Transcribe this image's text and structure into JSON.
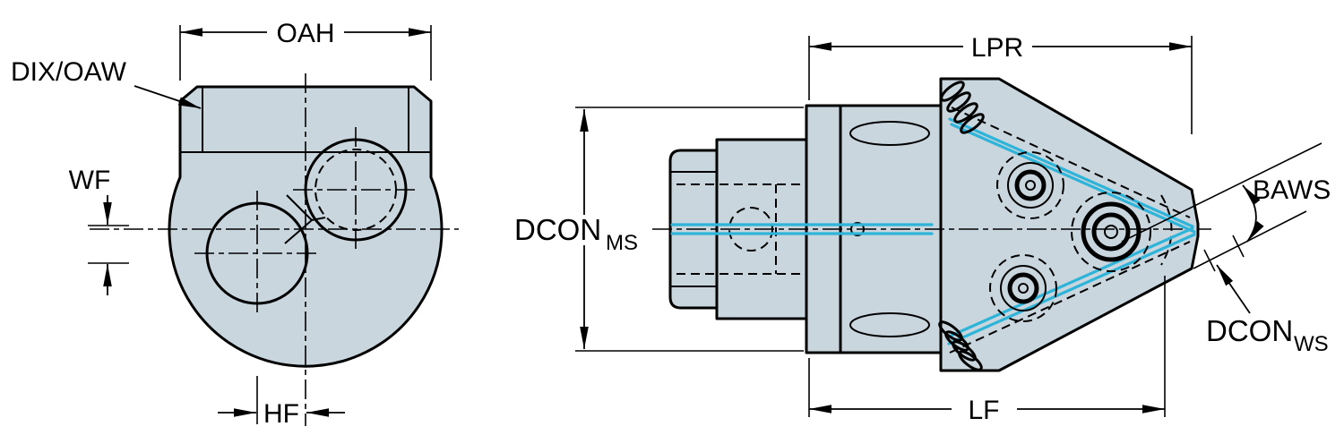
{
  "colors": {
    "background": "#ffffff",
    "body_fill": "#c9d6de",
    "line": "#000000",
    "highlight": "#2fb4d9"
  },
  "front_view": {
    "labels": {
      "oah": "OAH",
      "dix_oaw": "DIX/OAW",
      "wf": "WF",
      "hf": "HF"
    }
  },
  "side_view": {
    "labels": {
      "lpr": "LPR",
      "dcon_ms": {
        "main": "DCON",
        "sub": "MS"
      },
      "baws": "BAWS",
      "dcon_ws": {
        "main": "DCON",
        "sub": "WS"
      },
      "lf": "LF"
    }
  }
}
